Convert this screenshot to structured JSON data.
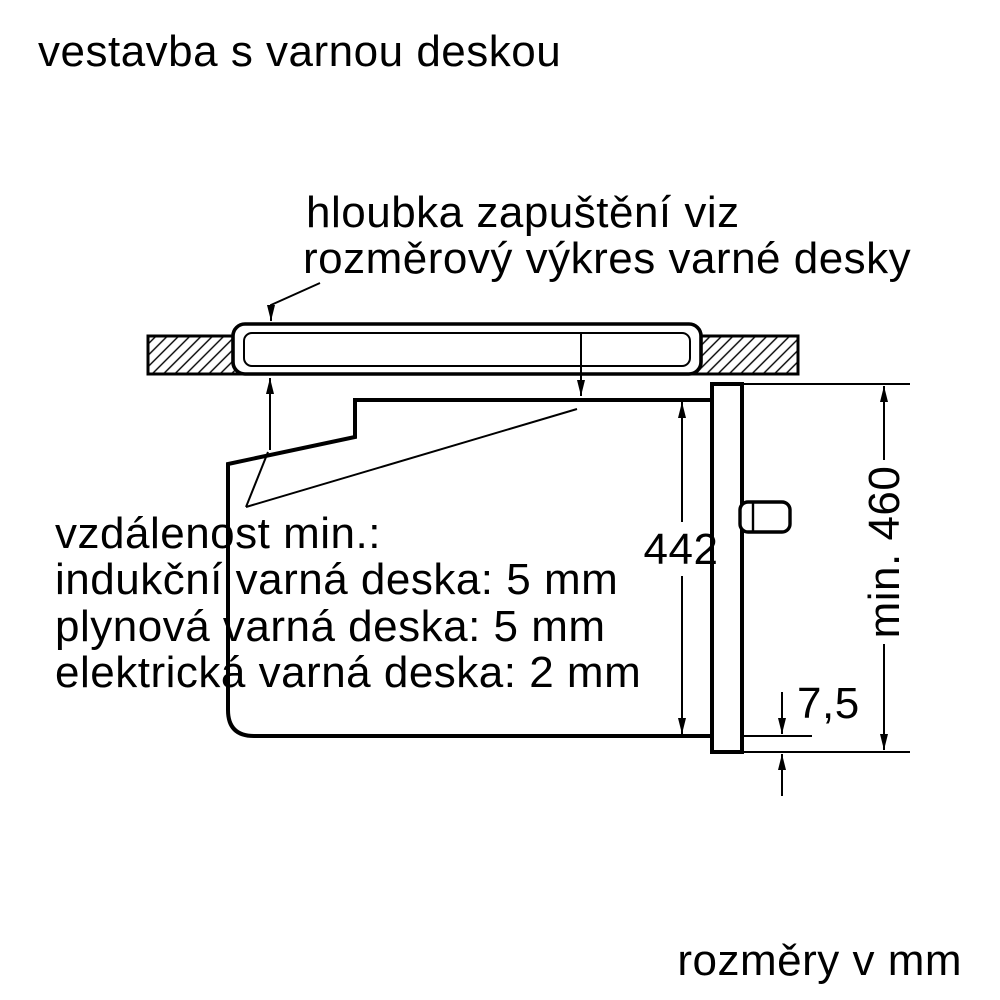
{
  "title": "vestavba s varnou deskou",
  "units_note": "rozměry v mm",
  "depth_note": {
    "line1": "hloubka zapuštění viz",
    "line2": "rozměrový výkres varné desky"
  },
  "distance_note": {
    "line1": "vzdálenost min.:",
    "line2": "indukční varná deska: 5 mm",
    "line3": "plynová varná deska: 5 mm",
    "line4": "elektrická varná deska: 2 mm"
  },
  "dimensions": {
    "cavity_height_mm": "442",
    "niche_height_mm": "min. 460",
    "front_overhang_mm": "7,5"
  },
  "colors": {
    "line": "#000000",
    "text": "#000000",
    "background": "#ffffff"
  }
}
